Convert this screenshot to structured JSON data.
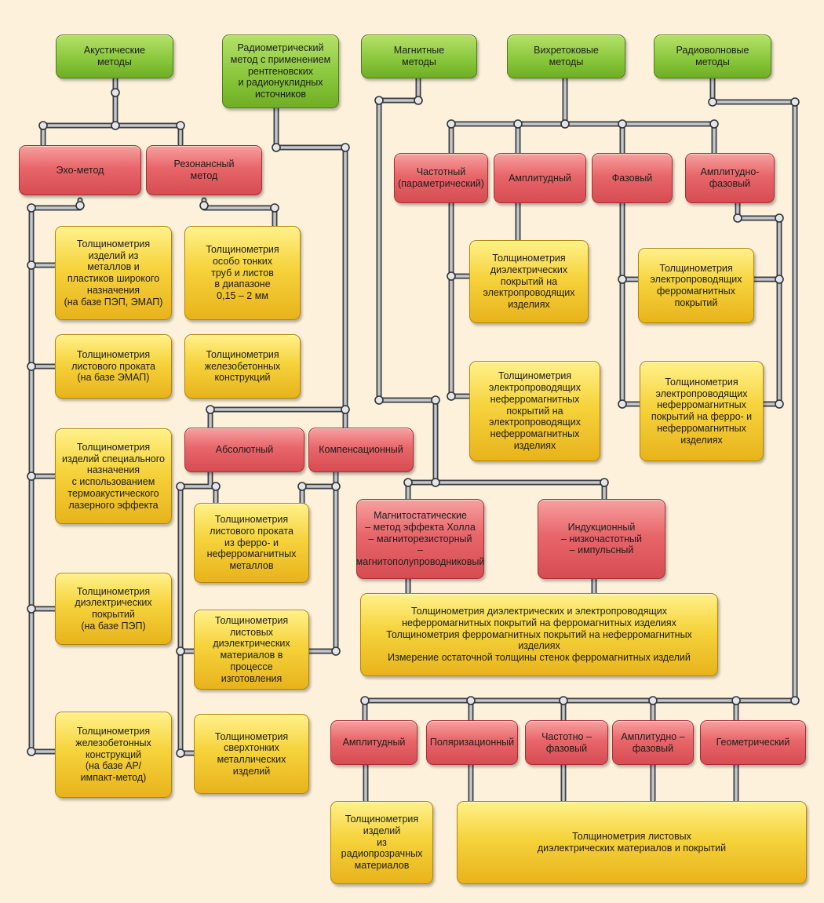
{
  "nodes": {
    "acoustic": "Акустические\nметоды",
    "radiometric": "Радиометрический\nметод с применением\nрентгеновских\nи радионуклидных\nисточников",
    "magnetic": "Магнитные\nметоды",
    "eddy": "Вихретоковые\nметоды",
    "radiowave": "Радиоволновые\nметоды",
    "echo": "Эхо-метод",
    "resonance": "Резонансный\nметод",
    "y_metals_plastics": "Толщинометрия\nизделий из\nметаллов и\nпластиков широкого\nназначения\n(на базе ПЭП, ЭМАП)",
    "y_thin_pipes": "Толщинометрия\nособо тонких\nтруб и листов\nв диапазоне\n0,15 – 2 мм",
    "y_sheet_emap": "Толщинометрия\nлистового проката\n(на базе ЭМАП)",
    "y_rc_structures": "Толщинометрия\nжелезобетонных\nконструкций",
    "y_special": "Толщинометрия\nизделий специального\nназначения\nс использованием\nтермоакустического\nлазерного эффекта",
    "y_dielectric_pep": "Толщинометрия\nдиэлектрических\nпокрытий\n(на базе ПЭП)",
    "y_rc_ar": "Толщинометрия\nжелезобетонных\nконструкций\n(на базе АР/\nимпакт-метод)",
    "absolute": "Абсолютный",
    "compensation": "Компенсационный",
    "y_sheet_ferro": "Толщинометрия\nлистового проката\nиз ферро- и\nнеферромагнитных\nметаллов",
    "y_sheet_dielectric": "Толщинометрия\nлистовых\nдиэлектрических\nматериалов в процессе\nизготовления",
    "y_ultrathin": "Толщинометрия\nсверхтонких\nметаллических\nизделий",
    "frequency": "Частотный\n(параметрический)",
    "amplitude_e": "Амплитудный",
    "phase": "Фазовый",
    "amp_phase": "Амплитудно-\nфазовый",
    "y_diel_on_cond": "Толщинометрия\nдиэлектрических\nпокрытий на\nэлектропроводящих\nизделиях",
    "y_cond_ferro": "Толщинометрия\nэлектропроводящих\nферромагнитных\nпокрытий",
    "y_cond_nonferro": "Толщинометрия\nэлектропроводящих\nнеферромагнитных\nпокрытий на\nэлектропроводящих\nнеферромагнитных\nизделиях",
    "y_cond_nonferro_ferro": "Толщинометрия\nэлектропроводящих\nнеферромагнитных\nпокрытий на ферро- и\nнеферромагнитных\nизделиях",
    "magnetostatic": "Магнитостатические\n– метод эффекта Холла\n– магниторезисторный\n– магнитополупроводниковый",
    "induction": "Индукционный\n– низкочастотный\n– импульсный",
    "y_magnetic_big": "Толщинометрия диэлектрических и электропроводящих\nнеферромагнитных покрытий на ферромагнитных изделиях\nТолщинометрия ферромагнитных покрытий на неферромагнитных изделиях\nИзмерение остаточной толщины стенок ферромагнитных изделий",
    "r_amplitude": "Амплитудный",
    "r_polarization": "Поляризационный",
    "r_freq_phase": "Частотно –\nфазовый",
    "r_amp_phase": "Амплитудно –\nфазовый",
    "r_geometric": "Геометрический",
    "y_radio_transparent": "Толщинометрия\nизделий\nиз радиопрозрачных\nматериалов",
    "y_sheet_diel_coatings": "Толщинометрия листовых\nдиэлектрических материалов и покрытий"
  }
}
